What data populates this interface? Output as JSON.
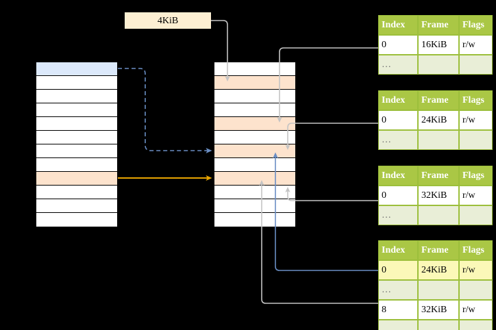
{
  "diagram": {
    "title_label": "4KiB",
    "virtual_memory": {
      "rows": [
        {
          "fill": "blue"
        },
        {
          "fill": "white"
        },
        {
          "fill": "white"
        },
        {
          "fill": "white"
        },
        {
          "fill": "white"
        },
        {
          "fill": "white"
        },
        {
          "fill": "white"
        },
        {
          "fill": "white"
        },
        {
          "fill": "orange"
        },
        {
          "fill": "white"
        },
        {
          "fill": "white"
        },
        {
          "fill": "white"
        }
      ]
    },
    "physical_memory": {
      "rows": [
        {
          "fill": "white"
        },
        {
          "fill": "orange"
        },
        {
          "fill": "white"
        },
        {
          "fill": "white"
        },
        {
          "fill": "orange"
        },
        {
          "fill": "white"
        },
        {
          "fill": "orange"
        },
        {
          "fill": "white"
        },
        {
          "fill": "orange"
        },
        {
          "fill": "white"
        },
        {
          "fill": "white"
        },
        {
          "fill": "white"
        }
      ]
    },
    "page_tables": [
      {
        "name": "page-table-level-1",
        "headers": [
          "Index",
          "Frame",
          "Flags"
        ],
        "rows": [
          {
            "type": "data",
            "cells": [
              "0",
              "16KiB",
              "r/w"
            ],
            "highlight": [
              false,
              false,
              false
            ]
          },
          {
            "type": "ellipsis",
            "cells": [
              "…",
              "",
              ""
            ],
            "highlight": [
              false,
              false,
              false
            ]
          }
        ]
      },
      {
        "name": "page-table-level-2",
        "headers": [
          "Index",
          "Frame",
          "Flags"
        ],
        "rows": [
          {
            "type": "data",
            "cells": [
              "0",
              "24KiB",
              "r/w"
            ],
            "highlight": [
              false,
              false,
              false
            ]
          },
          {
            "type": "ellipsis",
            "cells": [
              "…",
              "",
              ""
            ],
            "highlight": [
              false,
              false,
              false
            ]
          }
        ]
      },
      {
        "name": "page-table-level-3",
        "headers": [
          "Index",
          "Frame",
          "Flags"
        ],
        "rows": [
          {
            "type": "data",
            "cells": [
              "0",
              "32KiB",
              "r/w"
            ],
            "highlight": [
              false,
              false,
              false
            ]
          },
          {
            "type": "ellipsis",
            "cells": [
              "…",
              "",
              ""
            ],
            "highlight": [
              false,
              false,
              false
            ]
          }
        ]
      },
      {
        "name": "page-table-level-4",
        "headers": [
          "Index",
          "Frame",
          "Flags"
        ],
        "rows": [
          {
            "type": "data",
            "cells": [
              "0",
              "24KiB",
              "r/w"
            ],
            "highlight": [
              true,
              true,
              true
            ]
          },
          {
            "type": "ellipsis",
            "cells": [
              "…",
              "",
              ""
            ],
            "highlight": [
              false,
              false,
              false
            ]
          },
          {
            "type": "data",
            "cells": [
              "8",
              "32KiB",
              "r/w"
            ],
            "highlight": [
              false,
              false,
              false
            ]
          },
          {
            "type": "ellipsis",
            "cells": [
              "…",
              "",
              ""
            ],
            "highlight": [
              false,
              false,
              false
            ]
          }
        ]
      }
    ],
    "colors": {
      "background": "#000000",
      "table_header": "#aac745",
      "table_ellipsis_row": "#e9eed7",
      "highlight_yellow": "#fbf8b8",
      "frame_orange": "#fde3cd",
      "page_blue": "#dce9fb",
      "label_cream": "#fdefd2",
      "arrow_blue": "#6a8ec4",
      "arrow_orange": "#e8a400",
      "arrow_gray": "#c8c8c8"
    }
  }
}
